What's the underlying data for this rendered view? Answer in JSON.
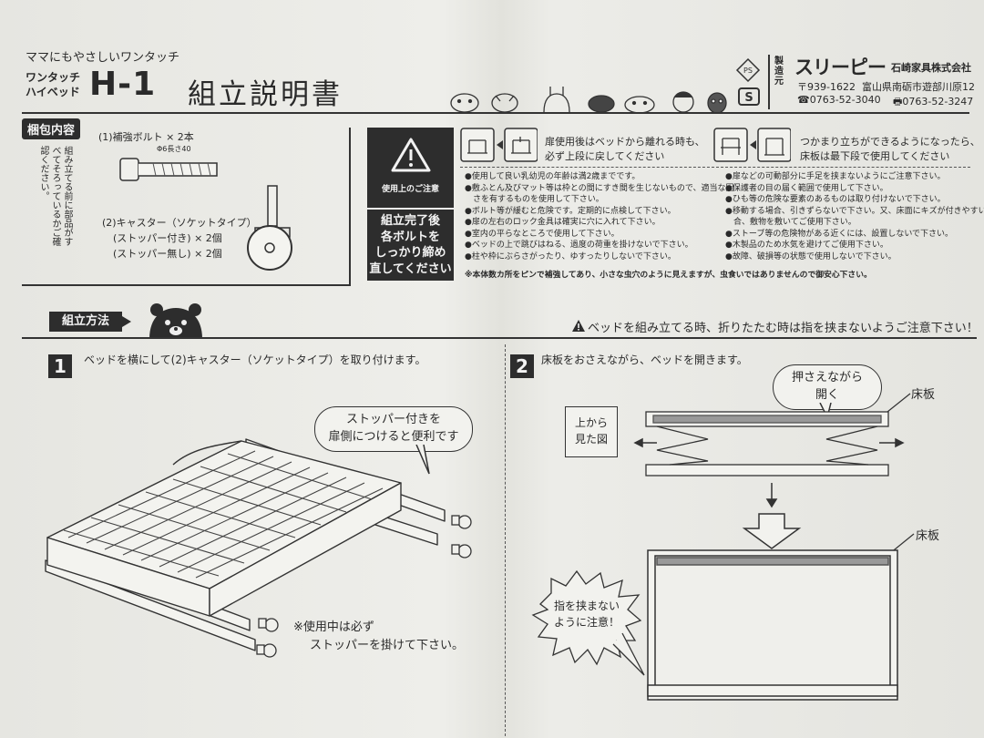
{
  "header": {
    "tagline": "ママにもやさしいワンタッチ",
    "model_sub_1": "ワンタッチ",
    "model_sub_2": "ハイベッド",
    "model": "H-1",
    "title": "組立説明書",
    "maker_label": "製造元",
    "brand": "スリーピー",
    "company": "石崎家具株式会社",
    "postal": "〒939-1622",
    "address": "富山県南砺市遊部川原12",
    "tel": "☎0763-52-3040",
    "fax": "🖶0763-52-3247"
  },
  "contents": {
    "label": "梱包内容",
    "side_note": "組み立てる前に部品がすべてそろっているかご確認ください。",
    "bolt_label": "(1)補強ボルト × 2本",
    "bolt_spec": "Φ6長さ40",
    "caster_label": "(2)キャスター（ソケットタイプ）",
    "caster_with": "(ストッパー付き) × 2個",
    "caster_without": "(ストッパー無し) × 2個"
  },
  "caution": {
    "box_label": "使用上のご注意",
    "assembly_note": "組立完了後\n各ボルトを\nしっかり締め\n直してください",
    "door_note_1": "扉使用後はベッドから離れる時も、",
    "door_note_2": "必ず上段に戻してください",
    "standing_note_1": "つかまり立ちができるようになったら、",
    "standing_note_2": "床板は最下段で使用してください",
    "left_items": [
      "●使用して良い乳幼児の年齢は満2歳までです。",
      "●敷ふとん及びマット等は枠との間にすき間を生じないもので、適当な固",
      "　さを有するものを使用して下さい。",
      "●ボルト等が緩むと危険です。定期的に点検して下さい。",
      "●扉の左右のロック金具は確実に穴に入れて下さい。",
      "●室内の平らなところで使用して下さい。",
      "●ベッドの上で跳びはねる、過度の荷重を掛けないで下さい。",
      "●柱や枠にぶらさがったり、ゆすったりしないで下さい。"
    ],
    "right_items": [
      "●扉などの可動部分に手足を挟まないようにご注意下さい。",
      "●保護者の目の届く範囲で使用して下さい。",
      "●ひも等の危険な要素のあるものは取り付けないで下さい。",
      "●移動する場合、引きずらないで下さい。又、床面にキズが付きやすい場",
      "　合、敷物を敷いてご使用下さい。",
      "●ストーブ等の危険物がある近くには、設置しないで下さい。",
      "●木製品のため水気を避けてご使用下さい。",
      "●故障、破損等の状態で使用しないで下さい。"
    ],
    "footnote": "※本体数カ所をピンで補強してあり、小さな虫穴のように見えますが、虫食いではありませんので御安心下さい。"
  },
  "method": {
    "label": "組立方法",
    "warning": "ベッドを組み立てる時、折りたたむ時は指を挟まないようご注意下さい！",
    "step1_num": "1",
    "step1_text": "ベッドを横にして(2)キャスター（ソケットタイプ）を取り付けます。",
    "step1_bubble": "ストッパー付きを\n扉側につけると便利です",
    "step1_note_1": "※使用中は必ず",
    "step1_note_2": "ストッパーを掛けて下さい。",
    "step2_num": "2",
    "step2_text": "床板をおさえながら、ベッドを開きます。",
    "step2_bubble": "押さえながら\n開く",
    "floor_label": "床板",
    "top_view": "上から\n見た図",
    "pinch_warning": "指を挟まない\nように注意！"
  }
}
